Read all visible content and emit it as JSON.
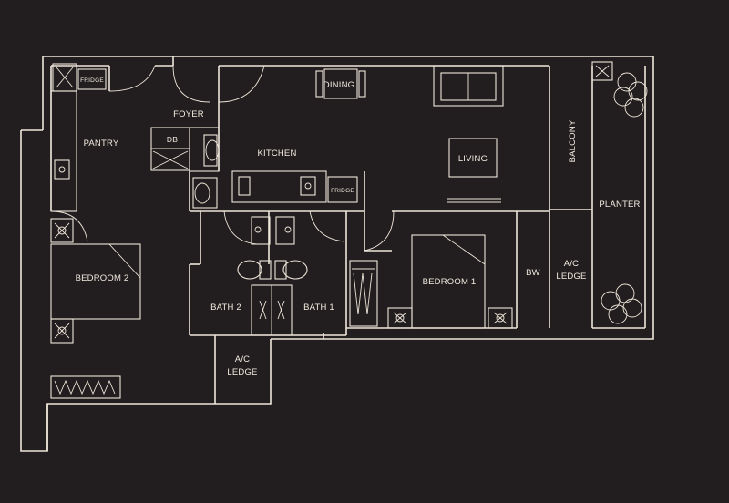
{
  "rooms": {
    "fridge_pantry": "FRIDGE",
    "foyer": "FOYER",
    "db": "DB",
    "pantry": "PANTRY",
    "kitchen": "KITCHEN",
    "dining": "DINING",
    "living": "LIVING",
    "fridge_kitchen": "FRIDGE",
    "balcony": "BALCONY",
    "planter": "PLANTER",
    "bedroom2": "BEDROOM 2",
    "bath2": "BATH 2",
    "bath1": "BATH 1",
    "bedroom1": "BEDROOM 1",
    "bw": "BW",
    "ac_ledge_right": [
      "A/C",
      "LEDGE"
    ],
    "ac_ledge_bottom": [
      "A/C",
      "LEDGE"
    ]
  },
  "colors": {
    "background": "#221e1f",
    "line": "#efe6da",
    "text": "#f3ebe0"
  }
}
